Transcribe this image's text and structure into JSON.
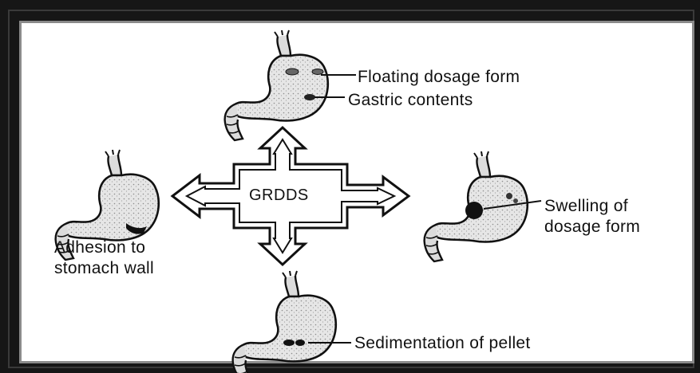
{
  "diagram": {
    "center_label": "GRDDS",
    "labels": {
      "floating": "Floating dosage form",
      "gastric": "Gastric contents",
      "swelling": "Swelling of\ndosage form",
      "adhesion": "Adhesion to\nstomach wall",
      "sedimentation": "Sedimentation of pellet"
    }
  },
  "colors": {
    "frame": "#161616",
    "panel": "#ffffff",
    "ink": "#111111",
    "stomach_fill": "#e4e4e4"
  }
}
